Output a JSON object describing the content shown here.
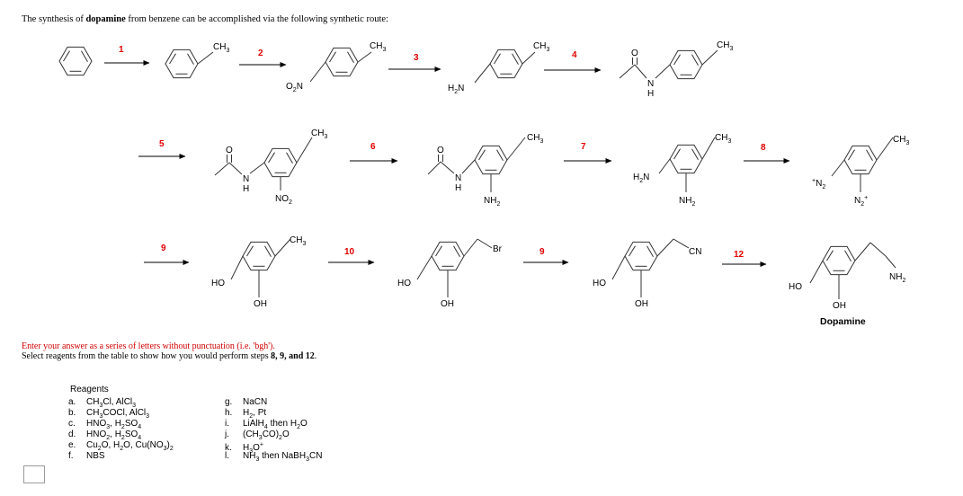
{
  "intro": {
    "prefix": "The synthesis of ",
    "target": "dopamine",
    "suffix": " from benzene can be accomplished via the following synthetic route:"
  },
  "steps": [
    "1",
    "2",
    "3",
    "4",
    "5",
    "6",
    "7",
    "8",
    "9",
    "10",
    "12"
  ],
  "labels": {
    "ch3": "CH3",
    "o2n": "O2N",
    "h2n": "H2N",
    "nh2": "NH2",
    "no2": "NO2",
    "n2plus_left": "+N2",
    "n2plus": "N2+",
    "o": "O",
    "n": "N",
    "h": "H",
    "ho": "HO",
    "oh": "OH",
    "br": "Br",
    "cn": "CN"
  },
  "dopamine_label": "Dopamine",
  "instructions": {
    "line1": "Enter your answer as a series of letters without punctuation (i.e. 'bgh').",
    "line2_prefix": "Select reagents from the table to show how you would perform steps ",
    "line2_steps": "8, 9, and 12",
    "line2_suffix": "."
  },
  "reagents": {
    "title": "Reagents",
    "left": [
      {
        "letter": "a.",
        "text": "CH3Cl, AlCl3"
      },
      {
        "letter": "b.",
        "text": "CH3COCl, AlCl3"
      },
      {
        "letter": "c.",
        "text": "HNO3, H2SO4"
      },
      {
        "letter": "d.",
        "text": "HNO2, H2SO4"
      },
      {
        "letter": "e.",
        "text": "Cu2O, H2O, Cu(NO3)2"
      },
      {
        "letter": "f.",
        "text": "NBS"
      }
    ],
    "right": [
      {
        "letter": "g.",
        "text": "NaCN"
      },
      {
        "letter": "h.",
        "text": "H2, Pt"
      },
      {
        "letter": "i.",
        "text": "LiAlH4 then H2O"
      },
      {
        "letter": "j.",
        "text": "(CH3CO)2O"
      },
      {
        "letter": "k.",
        "text": "H3O+"
      },
      {
        "letter": "l.",
        "text": "NH3 then NaBH3CN"
      }
    ]
  },
  "answer": {
    "value": ""
  }
}
